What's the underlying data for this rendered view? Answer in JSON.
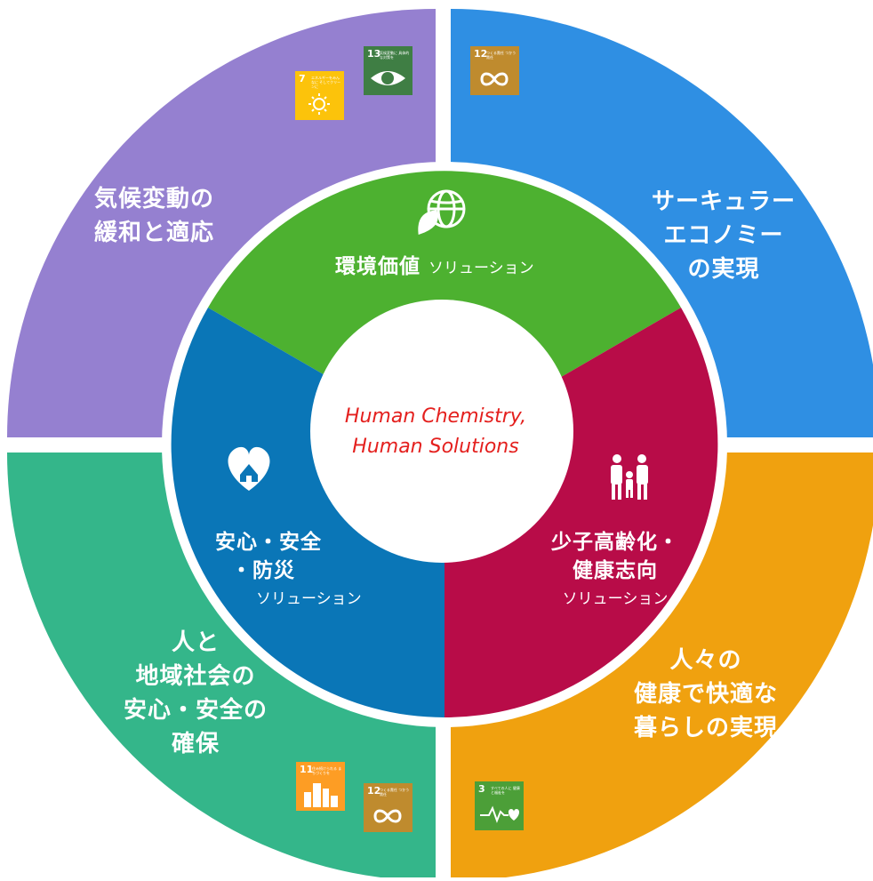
{
  "center": {
    "line1": "Human Chemistry,",
    "line2": "Human Solutions"
  },
  "outer": {
    "top_left": {
      "lines": [
        "気候変動の",
        "緩和と適応"
      ]
    },
    "top_right": {
      "lines": [
        "サーキュラー",
        "エコノミー",
        "の実現"
      ]
    },
    "bottom_left": {
      "lines": [
        "人と",
        "地域社会の",
        "安心・安全の",
        "確保"
      ]
    },
    "bottom_right": {
      "lines": [
        "人々の",
        "健康で快適な",
        "暮らしの実現"
      ]
    }
  },
  "inner": {
    "environment": {
      "title": "環境価値",
      "sub": "ソリューション",
      "icon": "globe-leaf-icon"
    },
    "safety": {
      "title1": "安心・安全",
      "title2": "・防災",
      "sub": "ソリューション",
      "icon": "heart-house-icon"
    },
    "health": {
      "title1": "少子高齢化・",
      "title2": "健康志向",
      "sub": "ソリューション",
      "icon": "family-icon"
    }
  },
  "sdgs": {
    "goal7": {
      "num": "7",
      "text": "エネルギーをみんなに そしてクリーンに",
      "icon": "sun-power-icon",
      "color": "#fcc30b"
    },
    "goal13": {
      "num": "13",
      "text": "気候変動に 具体的な対策を",
      "icon": "eye-globe-icon",
      "color": "#3f7e44"
    },
    "goal12_top": {
      "num": "12",
      "text": "つくる責任 つかう責任",
      "icon": "infinity-icon",
      "color": "#bf8b2e"
    },
    "goal11": {
      "num": "11",
      "text": "住み続けられる まちづくりを",
      "icon": "buildings-icon",
      "color": "#fd9d24"
    },
    "goal12_bottom": {
      "num": "12",
      "text": "つくる責任 つかう責任",
      "icon": "infinity-icon",
      "color": "#bf8b2e"
    },
    "goal3": {
      "num": "3",
      "text": "すべての人に 健康と福祉を",
      "icon": "heartbeat-icon",
      "color": "#4c9f38"
    }
  },
  "colors": {
    "purple": "#9580d0",
    "blue": "#2f8fe3",
    "teal": "#34b68a",
    "orange": "#f0a10f",
    "green": "#4db130",
    "darkblue": "#0a76b7",
    "crimson": "#b80c48",
    "center_text": "#e4201e"
  }
}
